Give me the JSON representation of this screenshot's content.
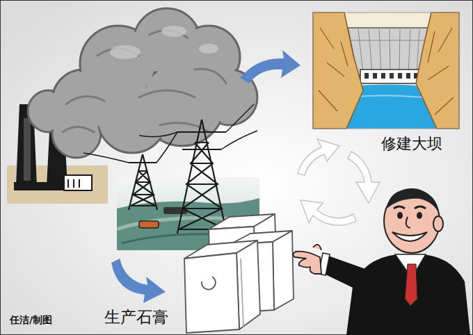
{
  "diagram": {
    "labels": [
      "修建大坝",
      "生产石膏",
      "任洁/制图"
    ]
  }
}
